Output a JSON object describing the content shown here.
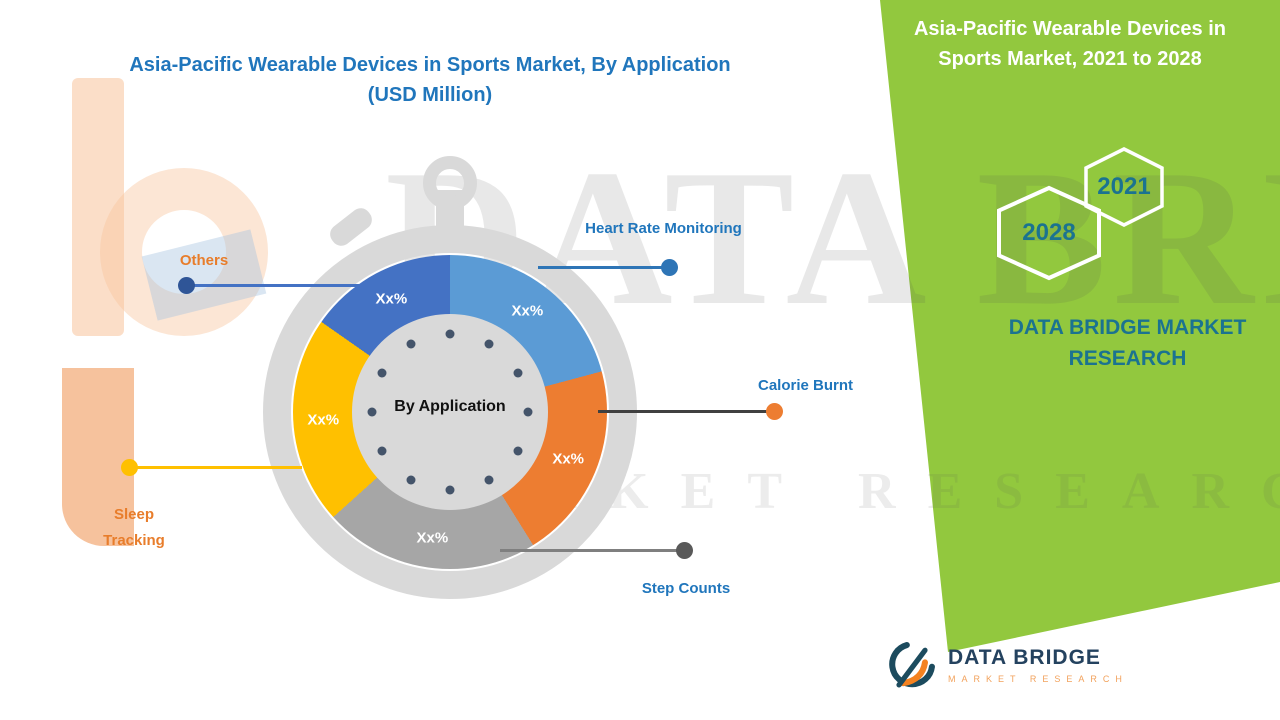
{
  "titles": {
    "left_line1": "Asia-Pacific Wearable Devices in Sports Market, By Application",
    "left_line2": "(USD Million)",
    "left_color": "#2076BC",
    "right": "Asia-Pacific Wearable Devices in Sports Market, 2021 to 2028",
    "right_color": "#FFFFFF"
  },
  "right_panel": {
    "background": "#92C83E",
    "hexagons": [
      {
        "label": "2028"
      },
      {
        "label": "2021"
      }
    ],
    "year_color": "#1B7390",
    "brand_text": "DATA BRIDGE MARKET RESEARCH",
    "brand_text_color": "#1B7390"
  },
  "watermark": {
    "line1": "DATA BRIDGE",
    "line2": "MARKET RESEARCH"
  },
  "footer_logo": {
    "name": "DATA BRIDGE",
    "tagline": "MARKET RESEARCH",
    "name_color": "#24425F",
    "tagline_color": "#F2A25C"
  },
  "chart_data": {
    "type": "pie",
    "title": "Asia-Pacific Wearable Devices in Sports Market, By Application (USD Million)",
    "center_label": "By Application",
    "note": "Segment values are shown only as placeholder text 'Xx%' in the source image; numeric values are not disclosed.",
    "legend_position": "callouts",
    "segments": [
      {
        "label": "Heart Rate Monitoring",
        "value_label": "Xx%",
        "value": null,
        "color": "#5B9BD5",
        "start_deg": 0,
        "end_deg": 75,
        "label_color": "#2076BC",
        "line_color": "#2E75B6",
        "dot_color": "#2E75B6"
      },
      {
        "label": "Calorie Burnt",
        "value_label": "Xx%",
        "value": null,
        "color": "#ED7D31",
        "start_deg": 75,
        "end_deg": 148,
        "label_color": "#2076BC",
        "line_color": "#404040",
        "dot_color": "#ED7D31"
      },
      {
        "label": "Step Counts",
        "value_label": "Xx%",
        "value": null,
        "color": "#A6A6A6",
        "start_deg": 148,
        "end_deg": 228,
        "label_color": "#2076BC",
        "line_color": "#7F7F7F",
        "dot_color": "#595959"
      },
      {
        "label": "Sleep Tracking",
        "value_label": "Xx%",
        "value": null,
        "color": "#FFC000",
        "start_deg": 228,
        "end_deg": 305,
        "label_color": "#E87D2B",
        "line_color": "#FFC000",
        "dot_color": "#FFC000"
      },
      {
        "label": "Others",
        "value_label": "Xx%",
        "value": null,
        "color": "#4472C4",
        "start_deg": 305,
        "end_deg": 360,
        "label_color": "#E87D2B",
        "line_color": "#4472C4",
        "dot_color": "#2F5597"
      }
    ]
  }
}
